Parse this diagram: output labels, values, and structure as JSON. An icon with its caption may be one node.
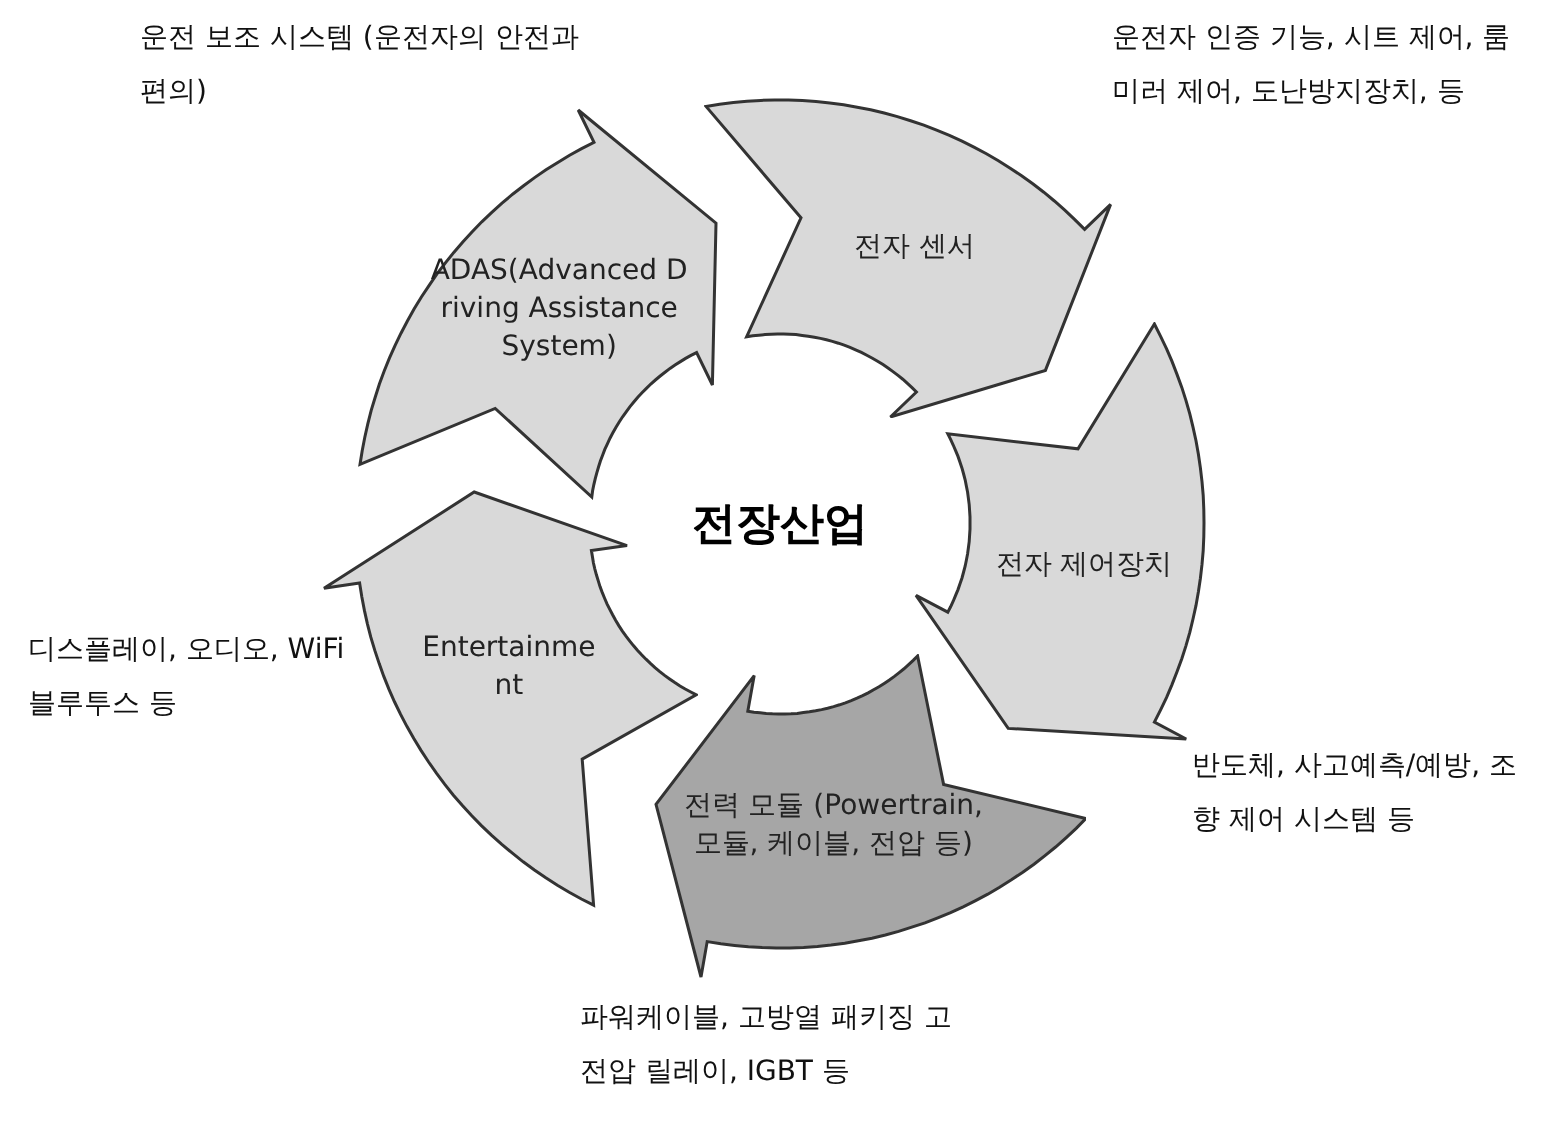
{
  "diagram": {
    "nodes": [
      {
        "text": [
          "ADAS(Advanced Driving Assistance System)"
        ],
        "beside": [
          "운전 보조 시스템 (운전자의 안전과 편의)"
        ]
      },
      {
        "text": [
          "전자 센서"
        ],
        "beside": [
          "운전자 인증 기능, 시트 제어, 룸미러 제어, 도난방지장치, 등"
        ]
      },
      {
        "text": [
          "전자 제어장치"
        ],
        "beside": [
          "반도체, 사고예측/예방, 조향 제어 시스템 등"
        ]
      },
      {
        "text": [
          "전력 모듈 (Powertrain, 모듈, 케이블, 전압 등)"
        ],
        "beside": [
          "파워케이블, 고방열 패키징 고전압 릴레이, IGBT 등"
        ]
      },
      {
        "text": [
          "Entertainment"
        ],
        "beside": [
          "디스플레이, 오디오, WiFi 블루투스 등"
        ]
      }
    ],
    "labels": [
      "전장산업"
    ]
  }
}
